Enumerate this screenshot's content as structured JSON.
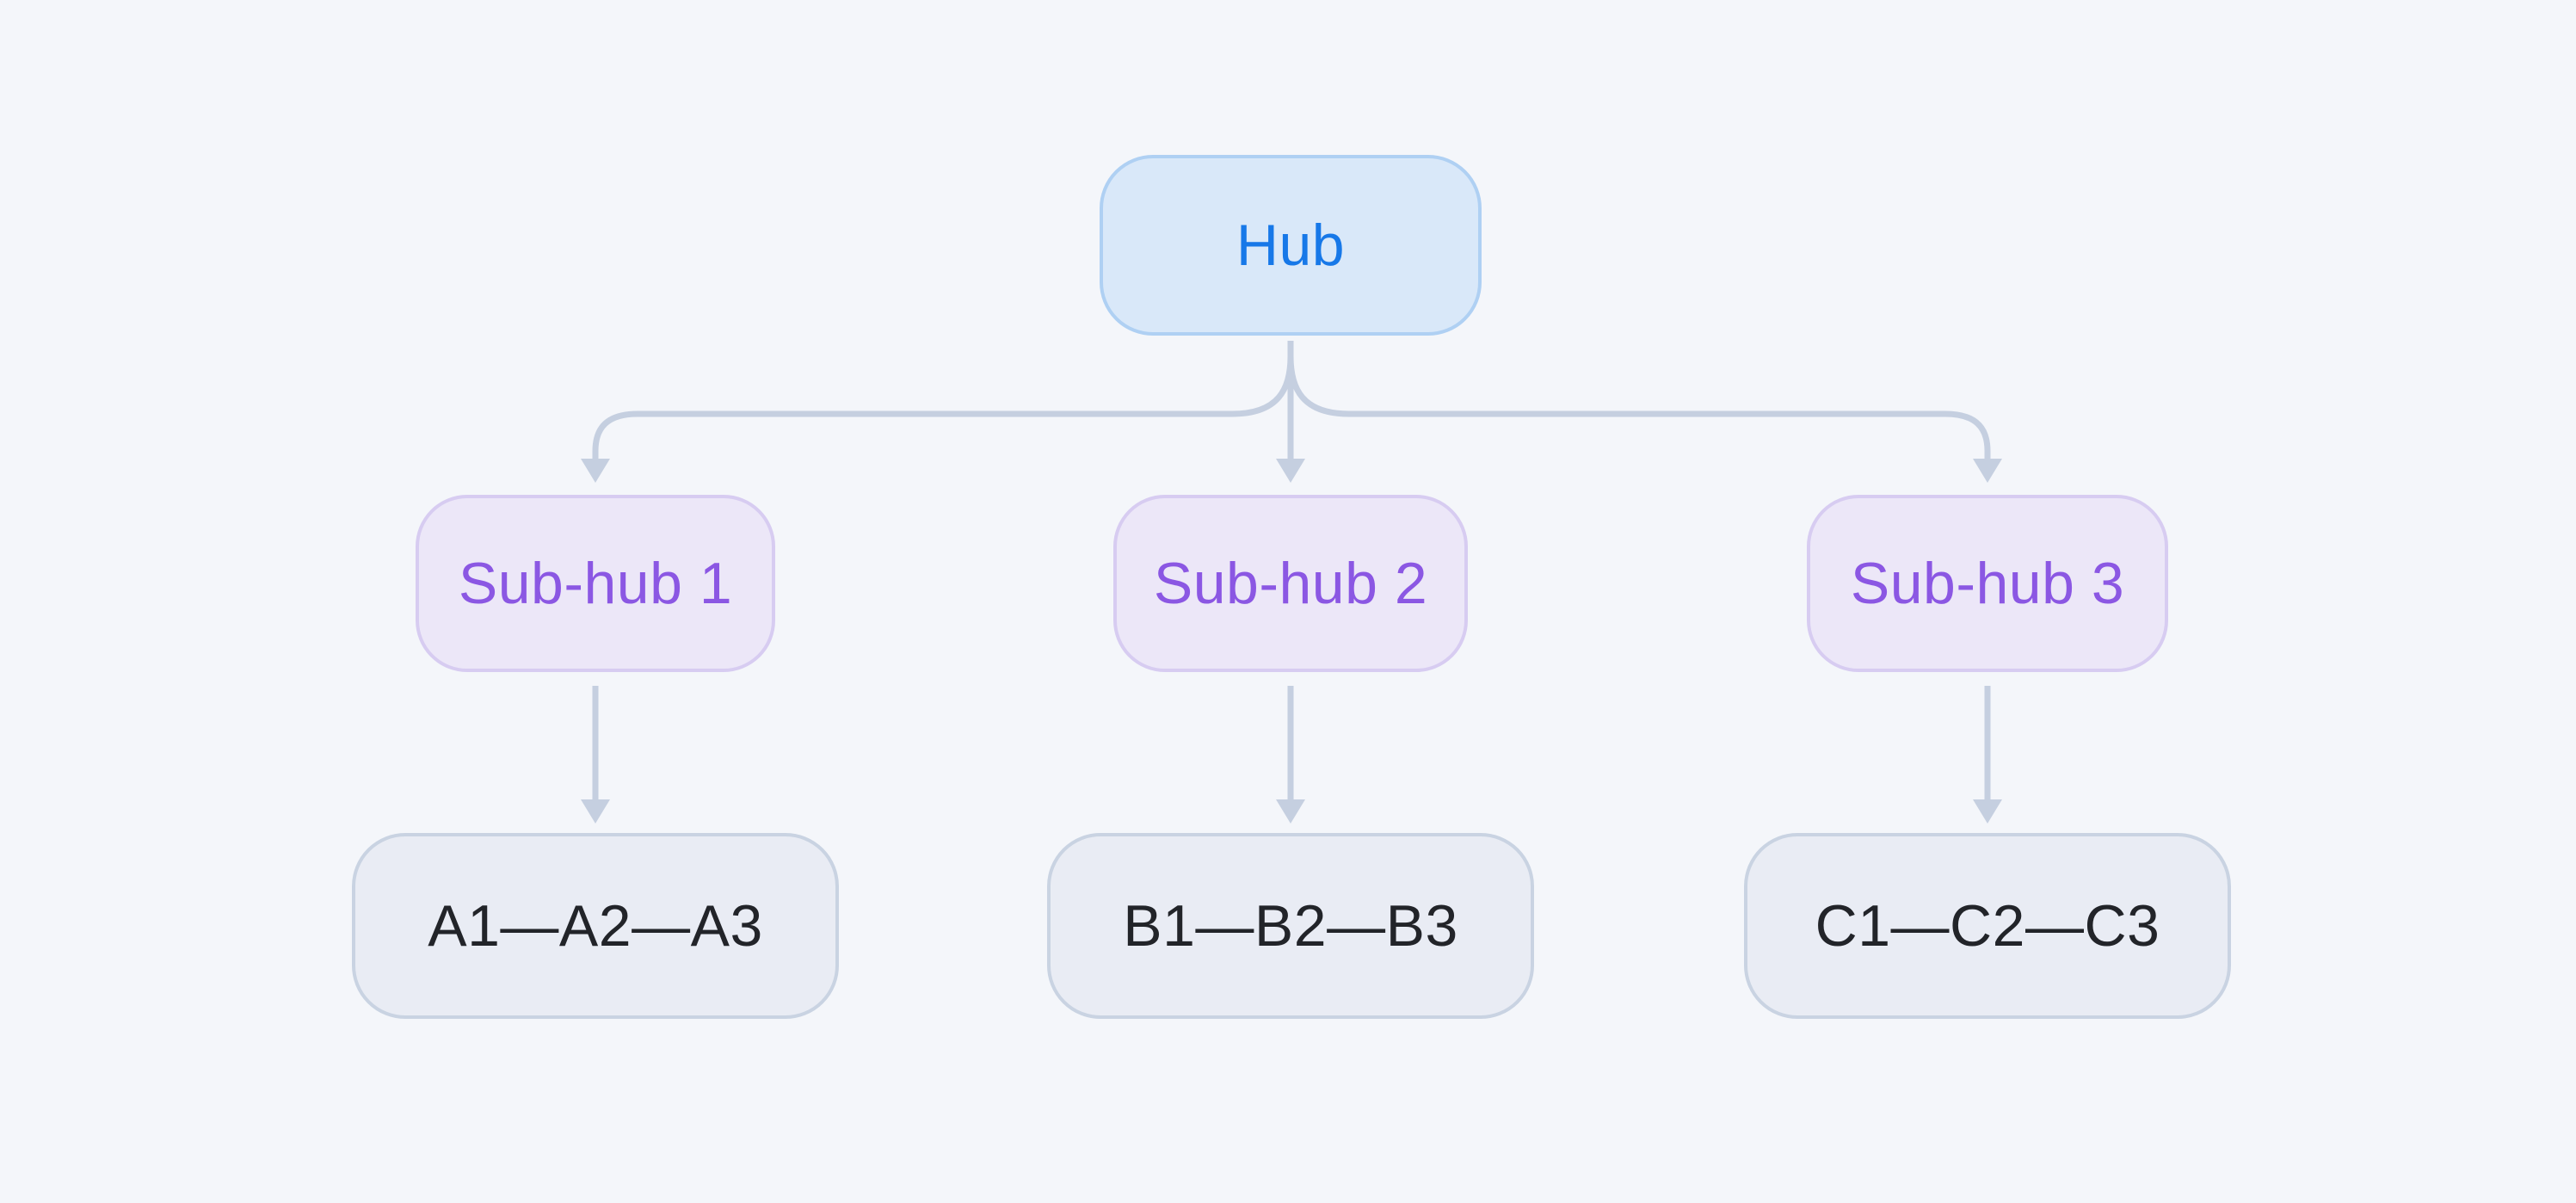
{
  "diagram": {
    "hub": {
      "label": "Hub"
    },
    "subhubs": [
      {
        "label": "Sub-hub 1"
      },
      {
        "label": "Sub-hub 2"
      },
      {
        "label": "Sub-hub 3"
      }
    ],
    "leaves": [
      {
        "label": "A1—A2—A3"
      },
      {
        "label": "B1—B2—B3"
      },
      {
        "label": "C1—C2—C3"
      }
    ],
    "edges": [
      {
        "from": "hub",
        "to": "subhub-1"
      },
      {
        "from": "hub",
        "to": "subhub-2"
      },
      {
        "from": "hub",
        "to": "subhub-3"
      },
      {
        "from": "subhub-1",
        "to": "leaf-1"
      },
      {
        "from": "subhub-2",
        "to": "leaf-2"
      },
      {
        "from": "subhub-3",
        "to": "leaf-3"
      }
    ],
    "colors": {
      "background": "#F4F6FA",
      "hub_fill": "#D9E8F9",
      "hub_border": "#AFD0F3",
      "hub_text": "#1778E8",
      "subhub_fill": "#ECE7F8",
      "subhub_border": "#D7CCF1",
      "subhub_text": "#8B57E3",
      "leaf_fill": "#E9ECF4",
      "leaf_border": "#C9D3E2",
      "leaf_text": "#222429",
      "connector": "#C5CFE0"
    }
  }
}
